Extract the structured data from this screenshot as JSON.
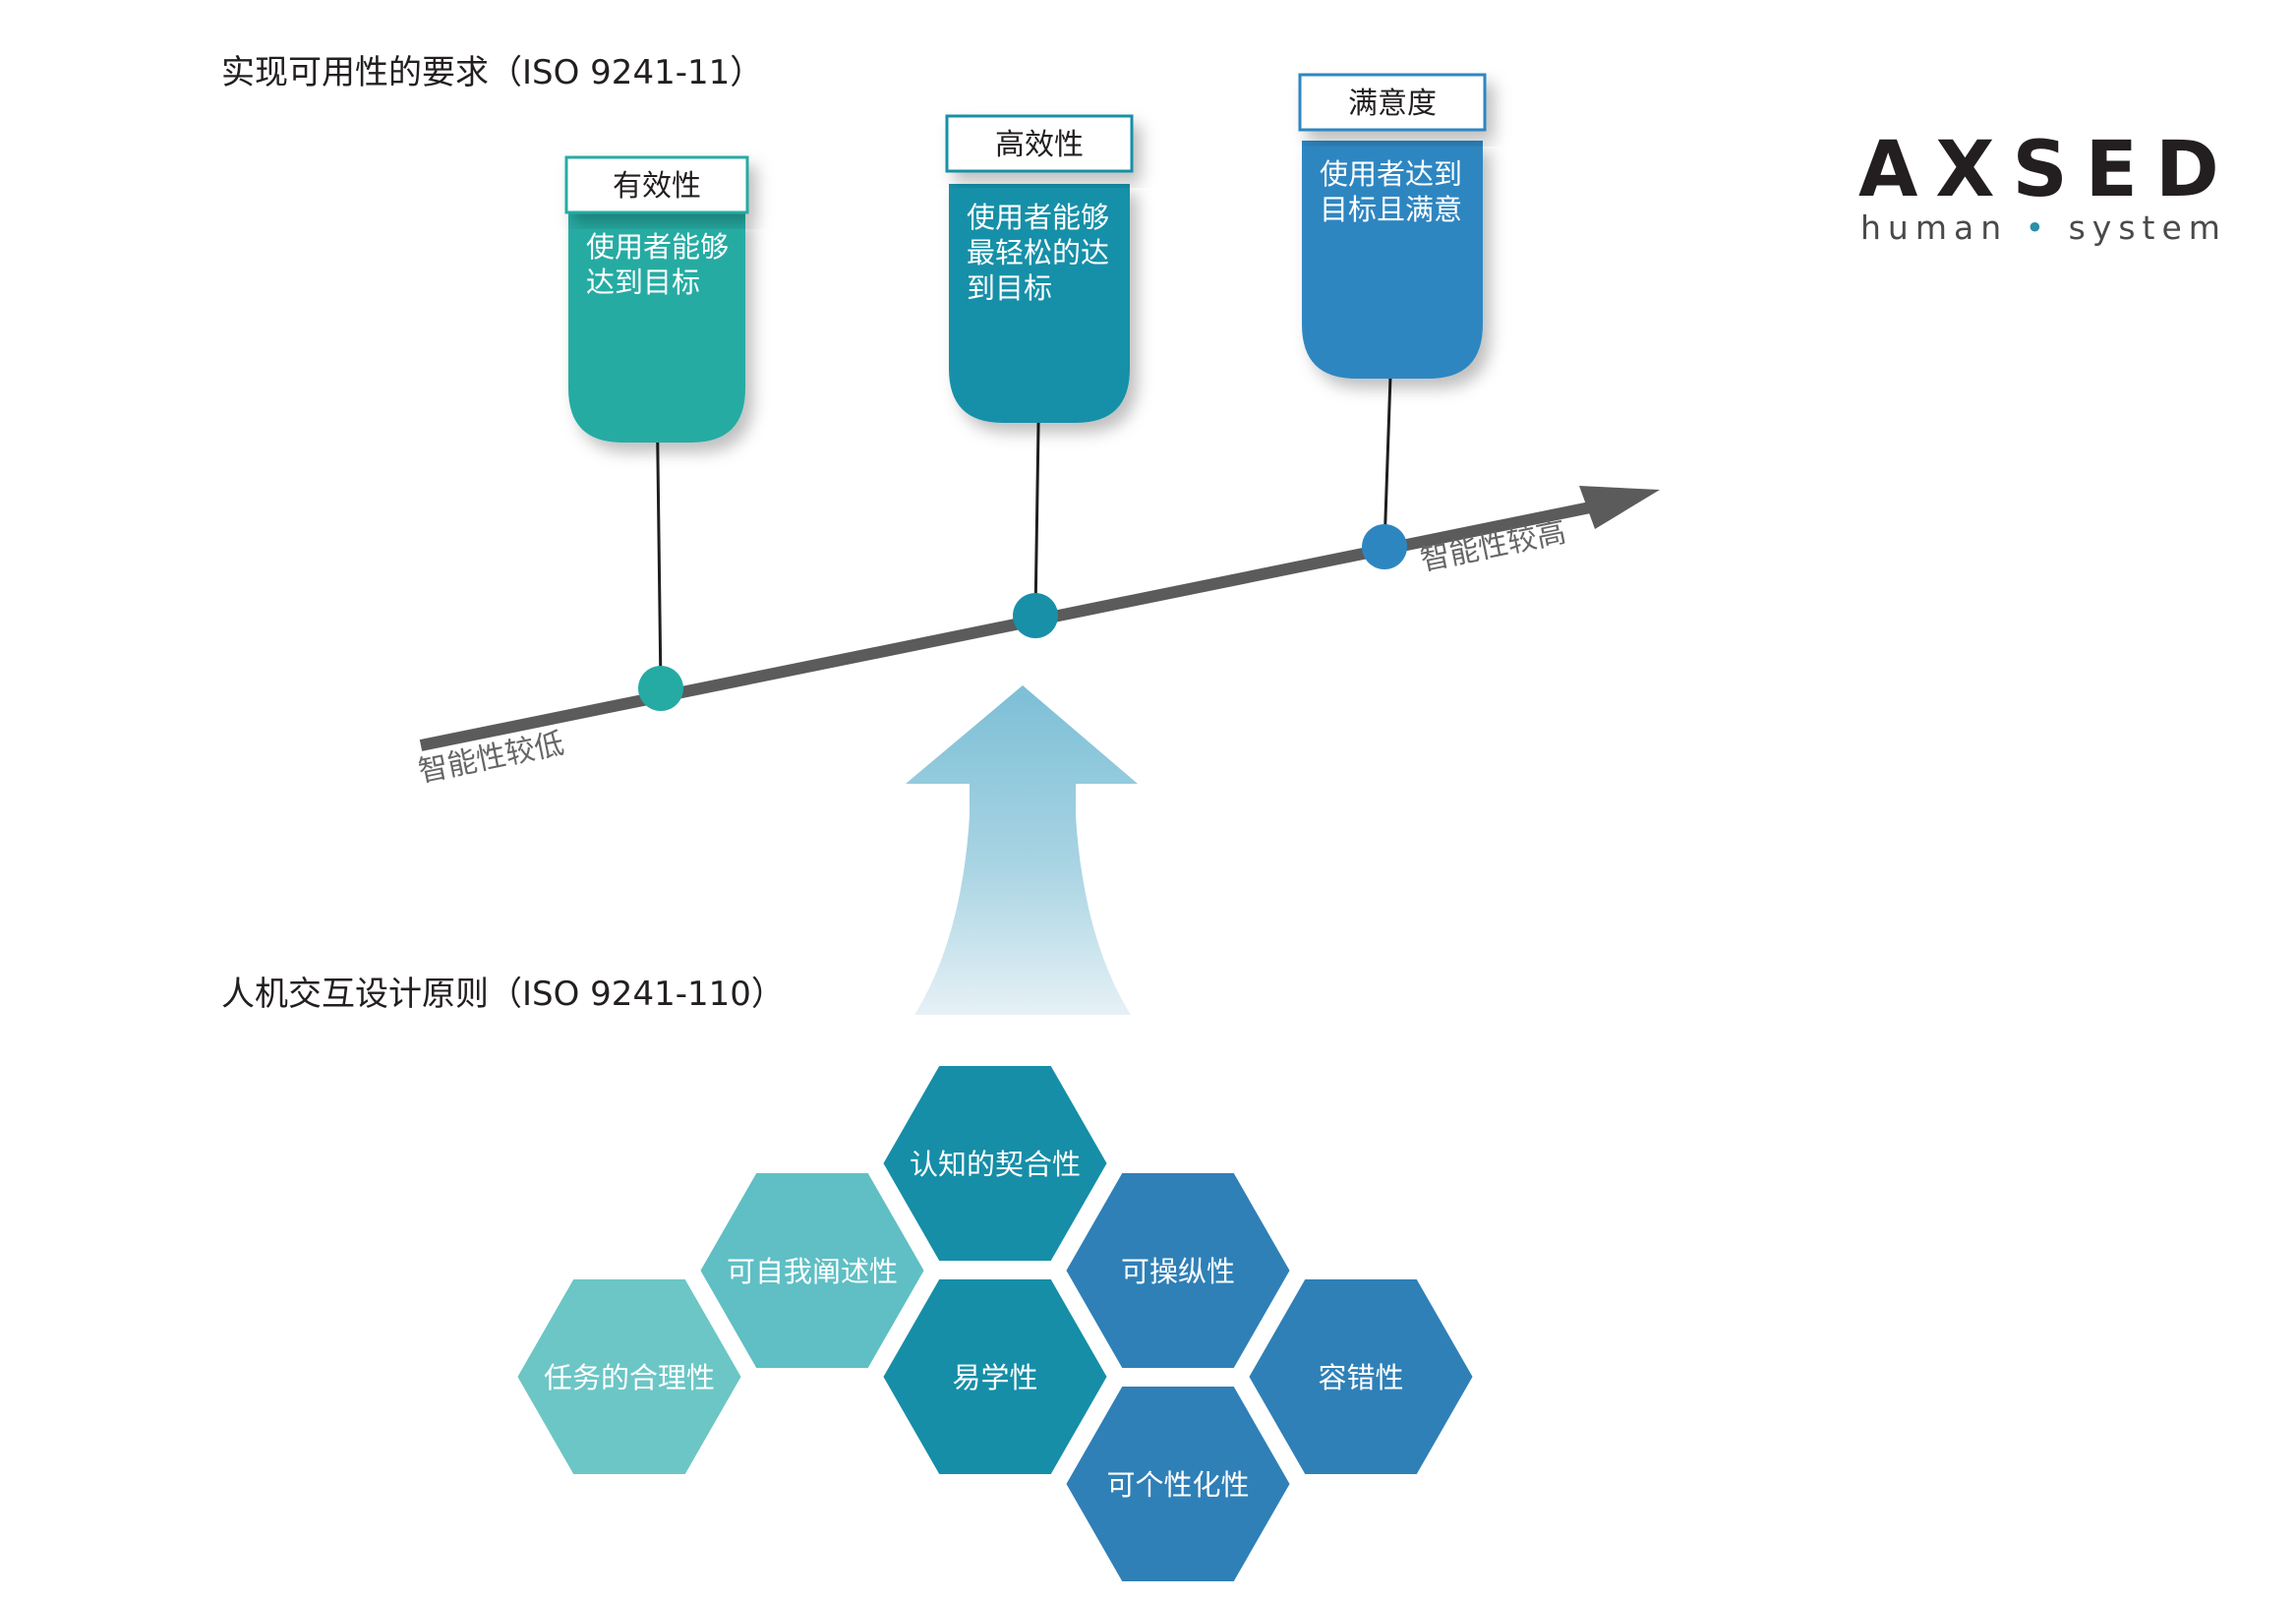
{
  "headings": {
    "usability": "实现可用性的要求（ISO 9241-11）",
    "principles": "人机交互设计原则（ISO 9241-110）"
  },
  "axis": {
    "low_label": "智能性较低",
    "high_label": "智能性较高"
  },
  "requirements": [
    {
      "title": "有效性",
      "lines": [
        "使用者能够",
        "达到目标"
      ],
      "color": "#25aba3"
    },
    {
      "title": "高效性",
      "lines": [
        "使用者能够",
        "最轻松的达",
        "到目标"
      ],
      "color": "#1790a8"
    },
    {
      "title": "满意度",
      "lines": [
        "使用者达到",
        "目标且满意"
      ],
      "color": "#2e86c1"
    }
  ],
  "principles": [
    {
      "label": "任务的合理性",
      "color": "#6cc6c5"
    },
    {
      "label": "可自我阐述性",
      "color": "#5fbfc4"
    },
    {
      "label": "认知的契合性",
      "color": "#168ea7"
    },
    {
      "label": "易学性",
      "color": "#168ea7"
    },
    {
      "label": "可操纵性",
      "color": "#2f80b7"
    },
    {
      "label": "可个性化性",
      "color": "#2f80b7"
    },
    {
      "label": "容错性",
      "color": "#2f80b7"
    }
  ],
  "logo": {
    "word": "AXSED",
    "sub_left": "human",
    "sub_dot": "•",
    "sub_right": "system"
  }
}
